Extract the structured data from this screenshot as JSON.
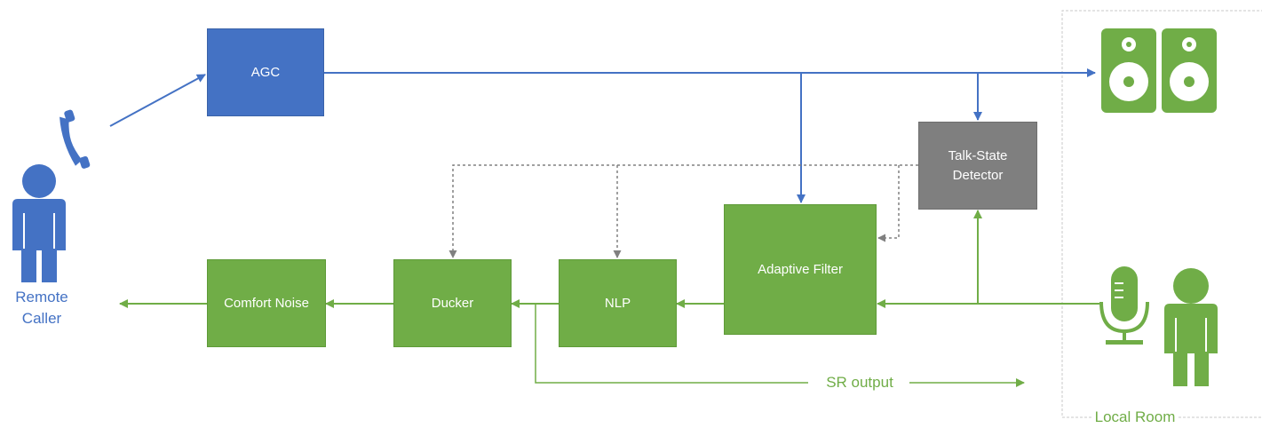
{
  "blocks": {
    "agc": "AGC",
    "talk_state_detector": [
      "Talk-State",
      "Detector"
    ],
    "adaptive_filter": "Adaptive Filter",
    "nlp": "NLP",
    "ducker": "Ducker",
    "comfort_noise": "Comfort Noise"
  },
  "labels": {
    "remote_caller": [
      "Remote",
      "Caller"
    ],
    "sr_output": "SR output",
    "local_room": "Local Room"
  },
  "colors": {
    "green": "#70ad47",
    "blue": "#4472c4",
    "gray": "#7f7f7f",
    "dotted_line": "#808080"
  },
  "icons": [
    "phone-icon",
    "remote-person-icon",
    "speakers-icon",
    "microphone-icon",
    "local-person-icon"
  ]
}
